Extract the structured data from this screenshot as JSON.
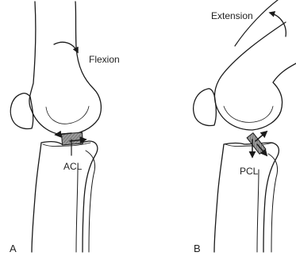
{
  "panels": [
    {
      "panel_label": "A",
      "motion_label": "Flexion",
      "ligament_label": "ACL"
    },
    {
      "panel_label": "B",
      "motion_label": "Extension",
      "ligament_label": "PCL"
    }
  ],
  "colors": {
    "line": "#1a1a1a",
    "band_fill": "#8a8a8a",
    "background": "#ffffff"
  }
}
